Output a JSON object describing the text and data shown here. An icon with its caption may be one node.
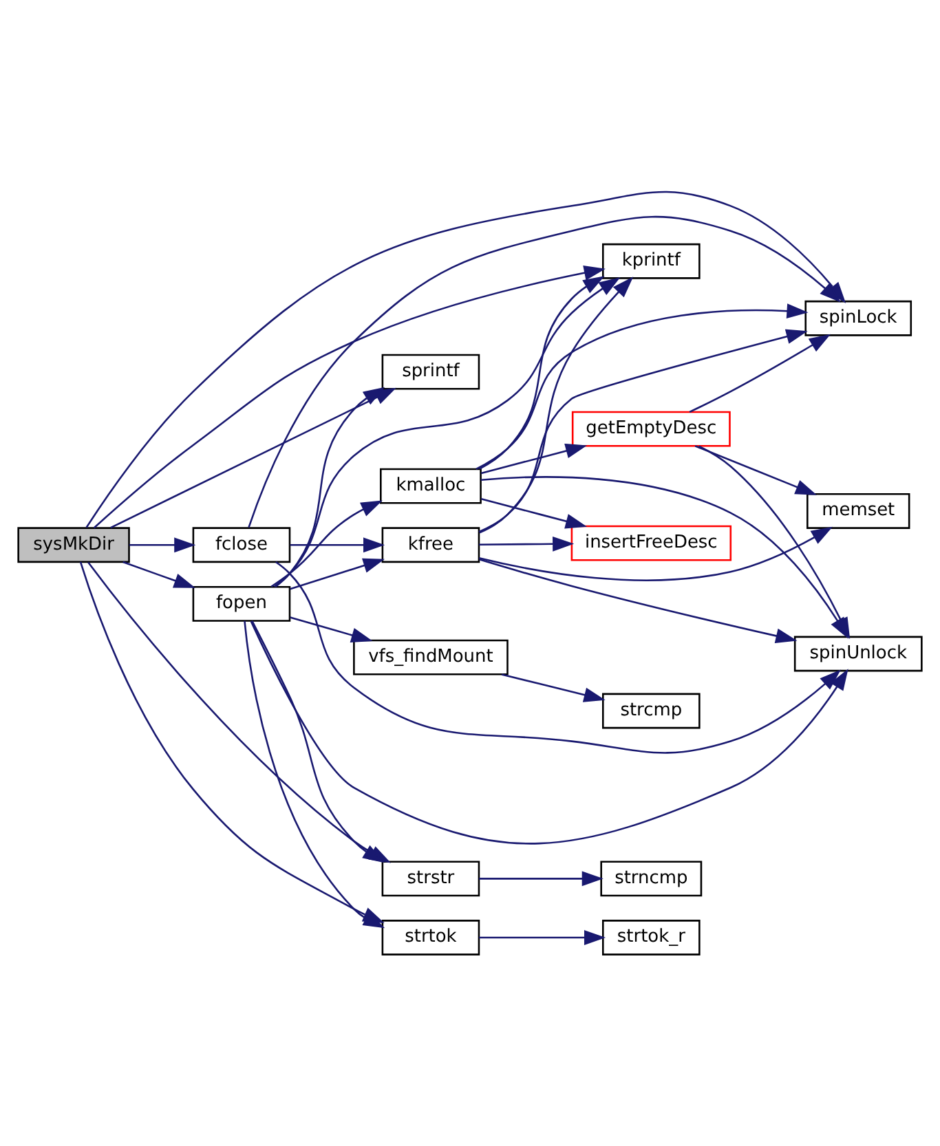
{
  "diagram": {
    "nodes": [
      {
        "text": [
          "sysMkDir"
        ]
      },
      {
        "text": [
          "fclose"
        ]
      },
      {
        "text": [
          "fopen"
        ]
      },
      {
        "text": [
          "kfree"
        ]
      },
      {
        "text": [
          "kmalloc"
        ]
      },
      {
        "text": [
          "vfs_findMount"
        ]
      },
      {
        "text": [
          "sprintf"
        ]
      },
      {
        "text": [
          "strstr"
        ]
      },
      {
        "text": [
          "strtok"
        ]
      },
      {
        "text": [
          "spinLock"
        ]
      },
      {
        "text": [
          "kprintf"
        ]
      },
      {
        "text": [
          "memset"
        ]
      },
      {
        "text": [
          "getEmptyDesc"
        ]
      },
      {
        "text": [
          "insertFreeDesc"
        ]
      },
      {
        "text": [
          "spinUnlock"
        ]
      },
      {
        "text": [
          "strcmp"
        ]
      },
      {
        "text": [
          "strncmp"
        ]
      },
      {
        "text": [
          "strtok_r"
        ]
      }
    ],
    "edges": [
      {
        "from": 0,
        "to": 9,
        "arrow": "to"
      },
      {
        "from": 0,
        "to": 10,
        "arrow": "to"
      },
      {
        "from": 0,
        "to": 1,
        "arrow": "to"
      },
      {
        "from": 0,
        "to": 2,
        "arrow": "to"
      },
      {
        "from": 0,
        "to": 6,
        "arrow": "to"
      },
      {
        "from": 0,
        "to": 7,
        "arrow": "to"
      },
      {
        "from": 0,
        "to": 8,
        "arrow": "to"
      },
      {
        "from": 1,
        "to": 9,
        "arrow": "to"
      },
      {
        "from": 1,
        "to": 3,
        "arrow": "to"
      },
      {
        "from": 1,
        "to": 14,
        "arrow": "to"
      },
      {
        "from": 2,
        "to": 3,
        "arrow": "to"
      },
      {
        "from": 2,
        "to": 10,
        "arrow": "to"
      },
      {
        "from": 2,
        "to": 4,
        "arrow": "to"
      },
      {
        "from": 2,
        "to": 5,
        "arrow": "to"
      },
      {
        "from": 2,
        "to": 14,
        "arrow": "to"
      },
      {
        "from": 2,
        "to": 6,
        "arrow": "to"
      },
      {
        "from": 2,
        "to": 7,
        "arrow": "to"
      },
      {
        "from": 2,
        "to": 8,
        "arrow": "to"
      },
      {
        "from": 3,
        "to": 9,
        "arrow": "to"
      },
      {
        "from": 3,
        "to": 11,
        "arrow": "to"
      },
      {
        "from": 3,
        "to": 10,
        "arrow": "to"
      },
      {
        "from": 3,
        "to": 13,
        "arrow": "to"
      },
      {
        "from": 3,
        "to": 14,
        "arrow": "to"
      },
      {
        "from": 4,
        "to": 10,
        "arrow": "to"
      },
      {
        "from": 4,
        "to": 9,
        "arrow": "to"
      },
      {
        "from": 4,
        "to": 12,
        "arrow": "to"
      },
      {
        "from": 4,
        "to": 13,
        "arrow": "to"
      },
      {
        "from": 4,
        "to": 14,
        "arrow": "to"
      },
      {
        "from": 12,
        "to": 9,
        "arrow": "to"
      },
      {
        "from": 12,
        "to": 11,
        "arrow": "to"
      },
      {
        "from": 12,
        "to": 14,
        "arrow": "to"
      },
      {
        "from": 5,
        "to": 15,
        "arrow": "to"
      },
      {
        "from": 7,
        "to": 16,
        "arrow": "to"
      },
      {
        "from": 8,
        "to": 17,
        "arrow": "to"
      }
    ]
  }
}
